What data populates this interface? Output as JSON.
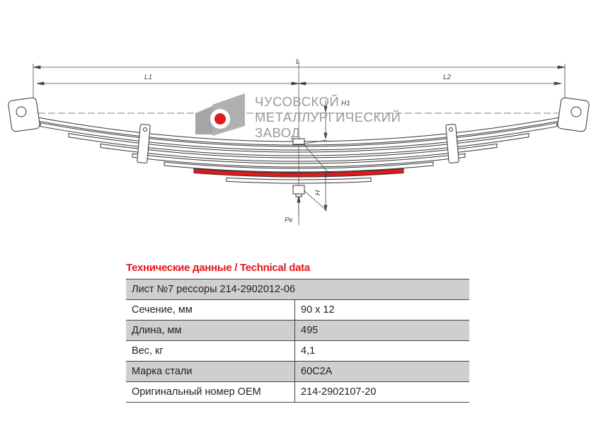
{
  "drawing": {
    "dim_total": "L",
    "dim_left": "L1",
    "dim_right": "L2",
    "height_top": "H1",
    "height_bottom": "H",
    "force": "Pк",
    "highlight_color": "#e3181d"
  },
  "logo": {
    "line1": "ЧУСОВСКОЙ",
    "line2": "МЕТАЛЛУРГИЧЕСКИЙ",
    "line3": "ЗАВОД"
  },
  "table": {
    "title": "Технические данные / Technical data",
    "header": "Лист №7 рессоры 214-2902012-06",
    "rows": [
      {
        "label": "Сечение, мм",
        "value": "90 x 12"
      },
      {
        "label": "Длина, мм",
        "value": "495"
      },
      {
        "label": "Вес, кг",
        "value": "4,1"
      },
      {
        "label": "Марка стали",
        "value": "60С2А"
      },
      {
        "label": "Оригинальный номер OEM",
        "value": "214-2902107-20"
      }
    ]
  }
}
